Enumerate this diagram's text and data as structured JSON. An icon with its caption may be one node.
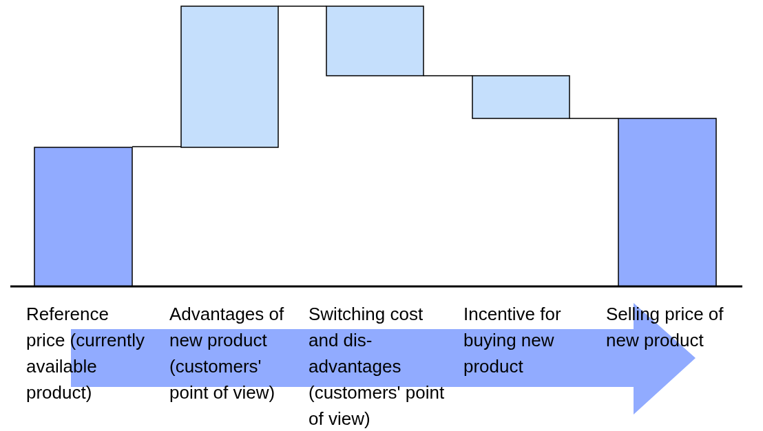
{
  "diagram": {
    "labels": [
      "Reference price (currently available product)",
      "Advantages of new product (customers' point of view)",
      "Switching cost and dis- advantages (customers' point of view)",
      "Incentive for buying new product",
      "Selling price of new product"
    ]
  }
}
